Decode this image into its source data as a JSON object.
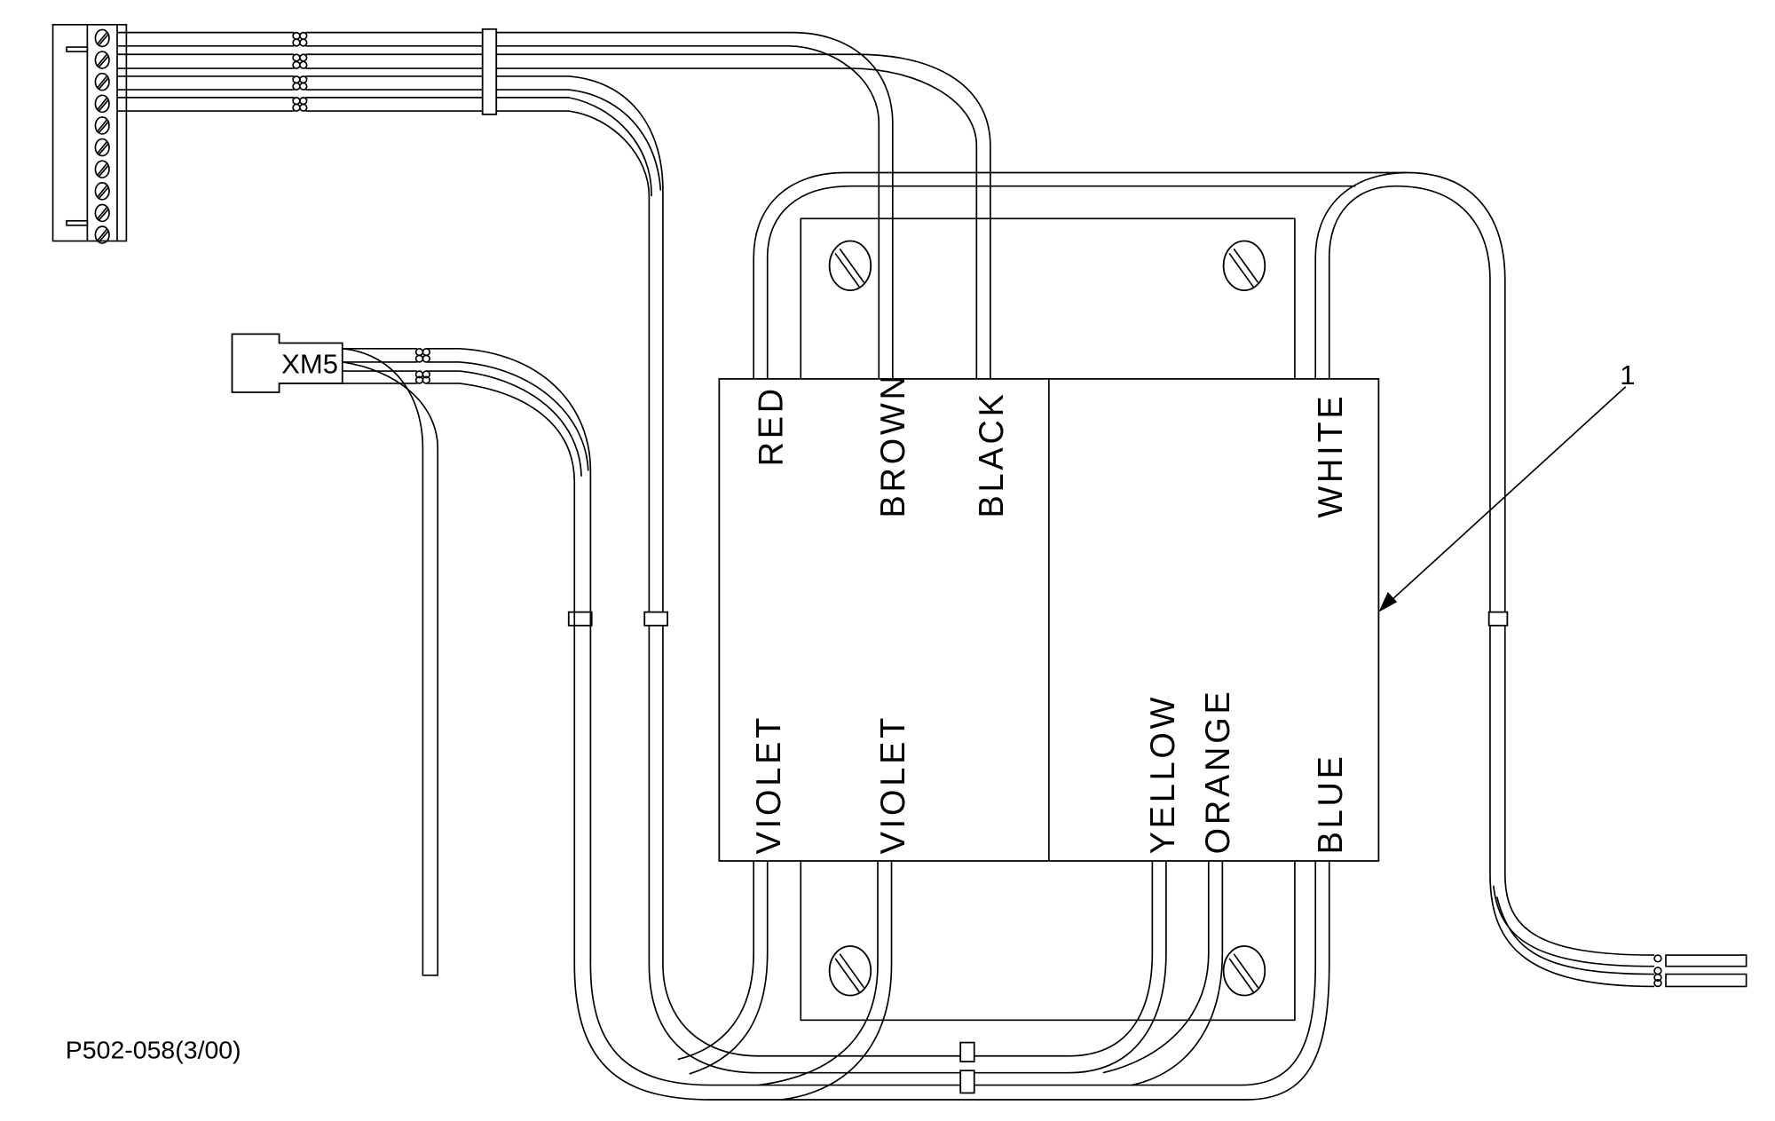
{
  "drawing": {
    "code": "P502-058(3/00)",
    "item_number": "1",
    "connector_label": "XM5"
  },
  "wire_labels": {
    "top": [
      "RED",
      "BROWN",
      "BLACK",
      "WHITE"
    ],
    "bottom": [
      "VIOLET",
      "VIOLET",
      "YELLOW",
      "ORANGE",
      "BLUE"
    ]
  },
  "colors": {
    "line": "#000000",
    "background": "#ffffff"
  }
}
